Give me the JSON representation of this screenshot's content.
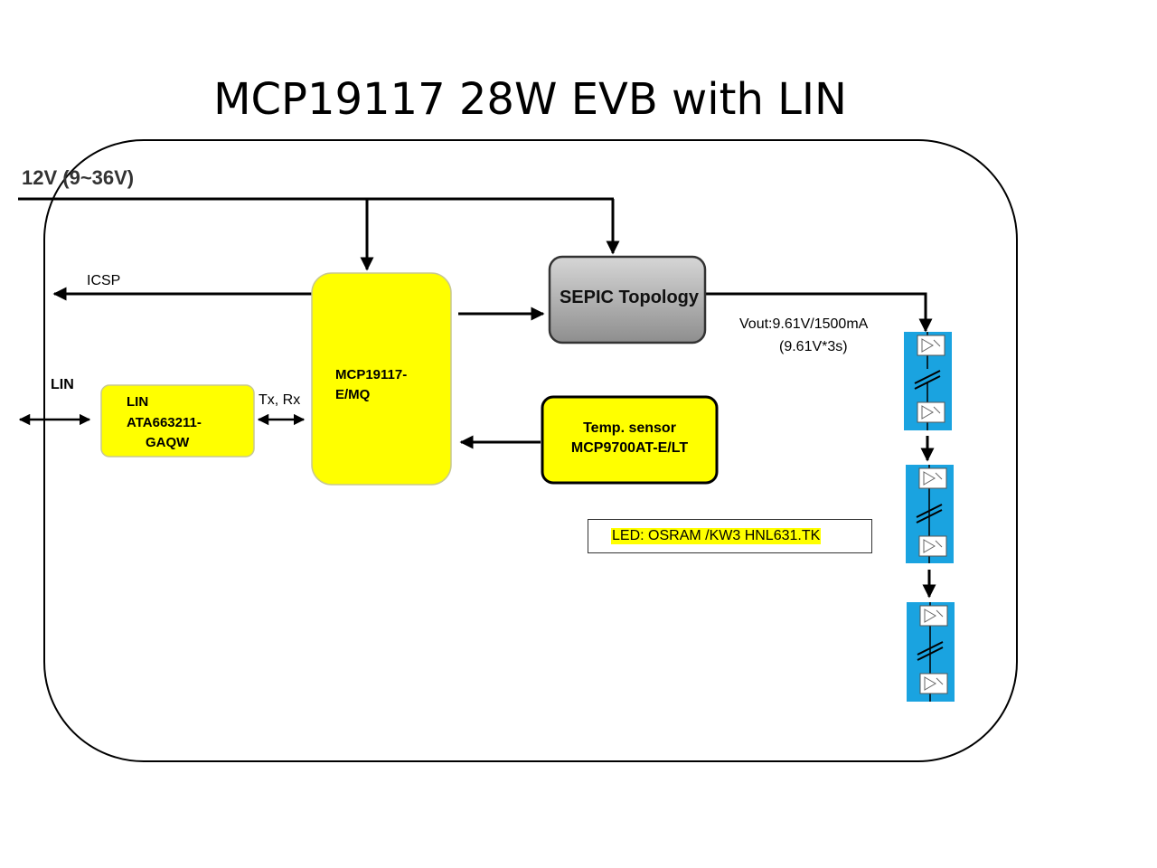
{
  "title": "MCP19117 28W EVB with LIN",
  "supply_label": "12V (9~36V)",
  "icsp_label": "ICSP",
  "lin_label": "LIN",
  "txrx_label": "Tx, Rx",
  "lin_block": {
    "line1": "LIN",
    "line2": "ATA663211-",
    "line3": "GAQW"
  },
  "mcu_block": {
    "line1": "MCP19117-",
    "line2": "E/MQ"
  },
  "sepic_block": "SEPIC Topology",
  "temp_block": {
    "line1": "Temp. sensor",
    "line2": "MCP9700AT-E/LT"
  },
  "vout": {
    "line1": "Vout:9.61V/1500mA",
    "line2": "(9.61V*3s)"
  },
  "led_note": "LED: OSRAM /KW3 HNL631.TK",
  "colors": {
    "yellow": "#ffff00",
    "sepic_gray": "#a8a8a8",
    "led_blue": "#1aa3e0",
    "note_highlight": "#ffff00"
  },
  "led_strings": 3
}
